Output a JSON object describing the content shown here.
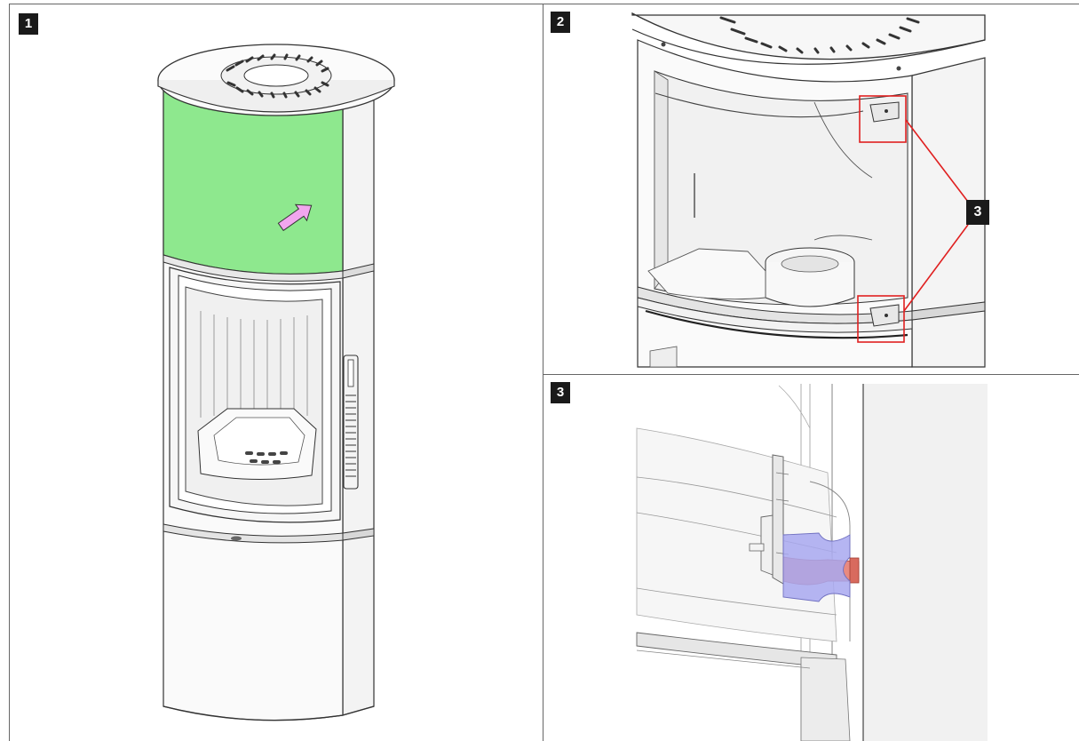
{
  "panels": [
    {
      "id": "1",
      "label": "1"
    },
    {
      "id": "2",
      "label": "2",
      "callout": "3"
    },
    {
      "id": "3",
      "label": "3"
    }
  ],
  "colors": {
    "highlight_panel": "#8ee88e",
    "arrow": "#f2a6ee",
    "callout_box": "#e02020",
    "clip_blue": "#a8a8f0",
    "clip_red": "#e88a80"
  }
}
